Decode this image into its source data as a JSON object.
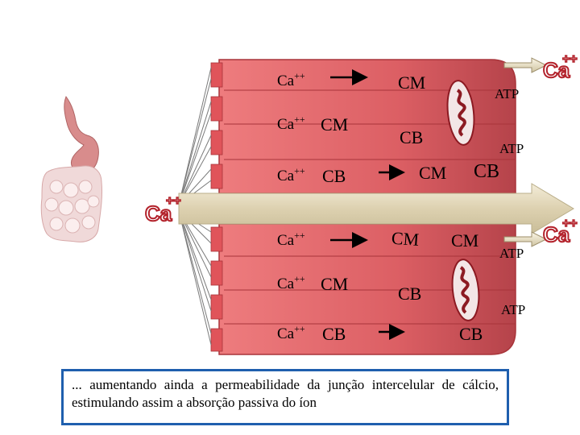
{
  "labels": {
    "ca": "Ca",
    "plus": "++",
    "cm": "CM",
    "cb": "CB",
    "atp": "ATP",
    "ca_big": "Ca",
    "ca_big_plus": "++"
  },
  "caption": "... aumentando ainda a permeabilidade da junção intercelular de cálcio, estimulando assim a absorção passiva do íon",
  "colors": {
    "cell": "#dd6266",
    "cell_dark": "#a8343a",
    "junction": "#e6ddc2",
    "organelle": "#8c1a22",
    "caption_border": "#1f5fae"
  }
}
